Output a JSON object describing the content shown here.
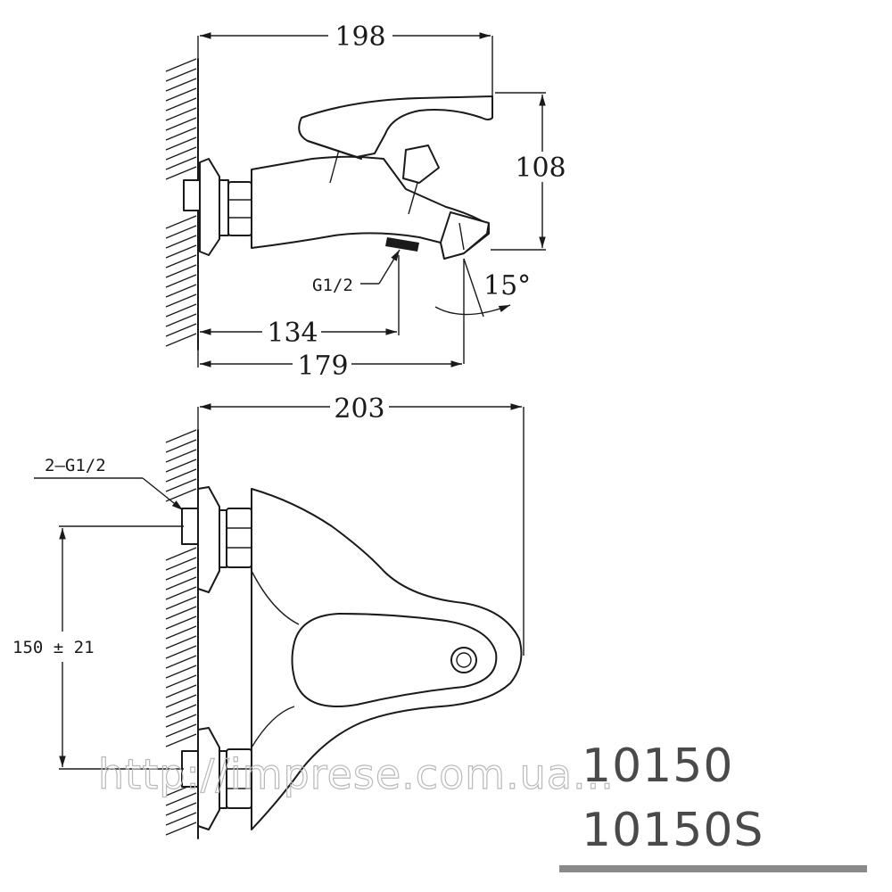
{
  "side_view": {
    "dim_total_length": "198",
    "dim_height": "108",
    "dim_thread": "G1/2",
    "dim_angle": "15°",
    "dim_to_thread": "134",
    "dim_to_spout": "179"
  },
  "front_view": {
    "dim_total_length": "203",
    "dim_inlets": "2–G1/2",
    "dim_center_distance": "150 ± 21"
  },
  "models": [
    "10150",
    "10150S"
  ],
  "watermark": "http://imprese.com.ua...",
  "colors": {
    "line": "#1a1a1a",
    "model_text": "#4a4a4a",
    "watermark": "#b9b9b9",
    "underline": "#8a8a8a"
  }
}
